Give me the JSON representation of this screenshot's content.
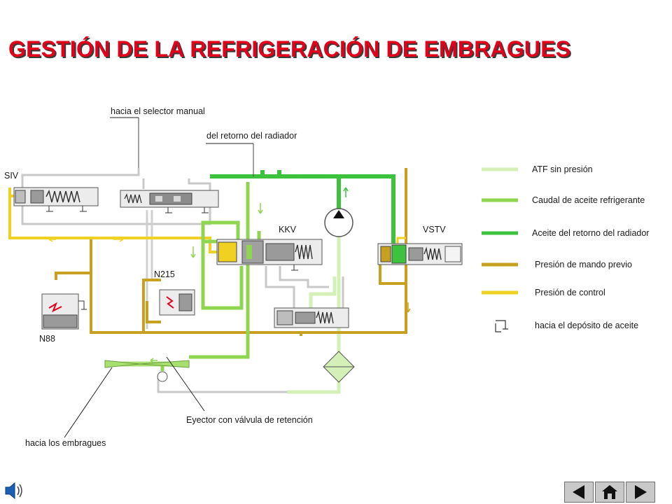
{
  "title": "GESTIÓN DE LA REFRIGERACIÓN DE EMBRAGUES",
  "labels": {
    "selector": "hacia el selector manual",
    "retorno": "del retorno del radiador",
    "siv": "SIV",
    "kkv": "KKV",
    "vstv": "VSTV",
    "n215": "N215",
    "n88": "N88",
    "eyector": "Eyector con válvula de retención",
    "embragues": "hacia los embragues"
  },
  "legend": [
    {
      "label": "ATF sin presión",
      "color": "#d4f0b8"
    },
    {
      "label": "Caudal de aceite refrigerante",
      "color": "#8fd650"
    },
    {
      "label": "Aceite del retorno del radiador",
      "color": "#3dc23d"
    },
    {
      "label": "Presión de mando previo",
      "color": "#c8a020"
    },
    {
      "label": "Presión de control",
      "color": "#f0d020"
    },
    {
      "label": "hacia el depósito de aceite",
      "color": "#333333"
    }
  ],
  "colors": {
    "title": "#e2001a",
    "atf": "#d4f0b8",
    "coolant": "#8fd650",
    "radiator": "#3dc23d",
    "pilot": "#c8a020",
    "control": "#f0d020"
  },
  "nav": [
    {
      "icon": "arrow-left-icon"
    },
    {
      "icon": "home-icon"
    },
    {
      "icon": "arrow-right-icon"
    }
  ]
}
